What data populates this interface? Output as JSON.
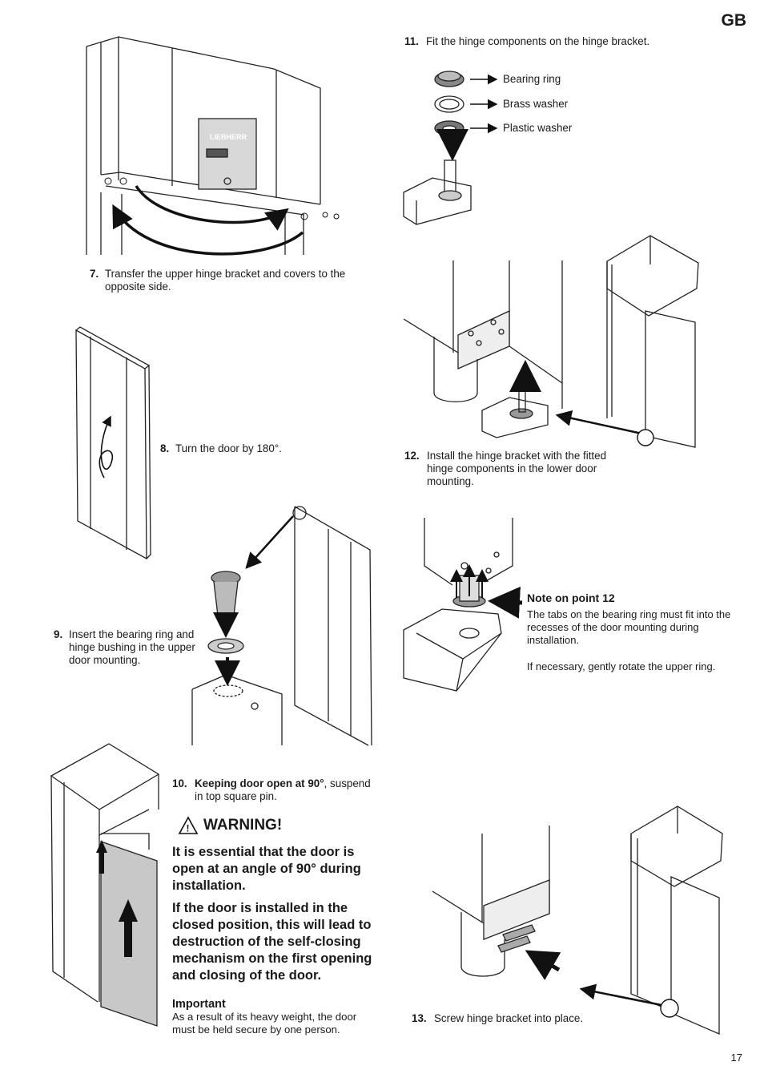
{
  "header": {
    "lang_code": "GB"
  },
  "steps": {
    "s7": {
      "number": "7.",
      "text": "Transfer the upper hinge bracket and covers to the opposite side."
    },
    "s8": {
      "number": "8.",
      "text": "Turn the door by 180°."
    },
    "s9": {
      "number": "9.",
      "text": "Insert the bearing ring and hinge bushing in the upper door mounting."
    },
    "s10": {
      "number": "10.",
      "bold": "Keeping door open at 90°",
      "text": ", suspend in top square pin."
    },
    "s11": {
      "number": "11.",
      "text": "Fit the hinge components on the hinge bracket."
    },
    "s12": {
      "number": "12.",
      "text": "Install the hinge bracket with the fitted hinge components in the lower door mounting."
    },
    "s13": {
      "number": "13.",
      "text": "Screw hinge bracket into place."
    }
  },
  "parts": {
    "bearing_ring": "Bearing ring",
    "brass_washer": "Brass washer",
    "plastic_washer": "Plastic washer"
  },
  "warning": {
    "title": "WARNING!",
    "para1": "It is essential that the door is open at an angle of 90° during installation.",
    "para2": "If the door is installed in the closed position, this will lead to destruction of the self-closing mechanism on the first opening and closing of the door."
  },
  "important": {
    "title": "Important",
    "text": "As a result of its heavy weight, the door must be held secure by one person."
  },
  "note": {
    "title": "Note on point 12",
    "text1": "The tabs on the bearing ring must fit into the recesses of the door mounting during installation.",
    "text2": "If necessary, gently rotate the upper ring."
  },
  "brand_logo": "LIEBHERR",
  "footer": {
    "page_number": "17"
  }
}
